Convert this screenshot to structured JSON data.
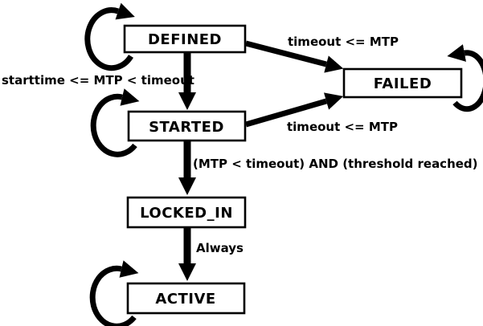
{
  "diagram": {
    "kind": "state-machine",
    "background_color": "#ffffff",
    "ink_color": "#000000"
  },
  "states": {
    "defined": {
      "label": "DEFINED",
      "self_loop": true
    },
    "failed": {
      "label": "FAILED",
      "self_loop": true
    },
    "started": {
      "label": "STARTED",
      "self_loop": true
    },
    "locked_in": {
      "label": "LOCKED_IN",
      "self_loop": false
    },
    "active": {
      "label": "ACTIVE",
      "self_loop": true
    }
  },
  "transitions": {
    "defined_to_failed": {
      "from": "DEFINED",
      "to": "FAILED",
      "label": "timeout <= MTP"
    },
    "defined_to_started": {
      "from": "DEFINED",
      "to": "STARTED",
      "label": "starttime <= MTP < timeout"
    },
    "started_to_failed": {
      "from": "STARTED",
      "to": "FAILED",
      "label": "timeout <= MTP"
    },
    "started_to_locked_in": {
      "from": "STARTED",
      "to": "LOCKED_IN",
      "label": "(MTP < timeout) AND (threshold reached)"
    },
    "locked_in_to_active": {
      "from": "LOCKED_IN",
      "to": "ACTIVE",
      "label": "Always"
    }
  }
}
